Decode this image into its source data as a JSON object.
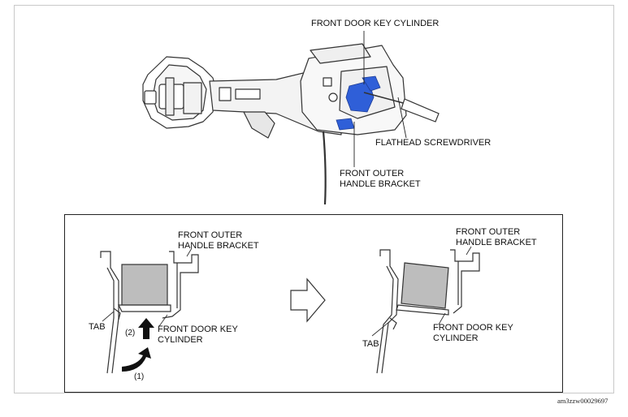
{
  "top": {
    "labels": {
      "key_cylinder": "FRONT DOOR KEY CYLINDER",
      "screwdriver": "FLATHEAD SCREWDRIVER",
      "bracket_line1": "FRONT OUTER",
      "bracket_line2": "HANDLE BRACKET"
    }
  },
  "inset": {
    "left": {
      "bracket_line1": "FRONT OUTER",
      "bracket_line2": "HANDLE BRACKET",
      "tab": "TAB",
      "step1": "(1)",
      "step2": "(2)",
      "cylinder_line1": "FRONT DOOR KEY",
      "cylinder_line2": "CYLINDER"
    },
    "right": {
      "bracket_line1": "FRONT OUTER",
      "bracket_line2": "HANDLE BRACKET",
      "tab": "TAB",
      "cylinder_line1": "FRONT DOOR KEY",
      "cylinder_line2": "CYLINDER"
    }
  },
  "figure_code": "am3zzw00029697",
  "colors": {
    "highlight_blue": "#2f5fd8",
    "cylinder_gray": "#bdbdbd",
    "outline": "#333333"
  }
}
